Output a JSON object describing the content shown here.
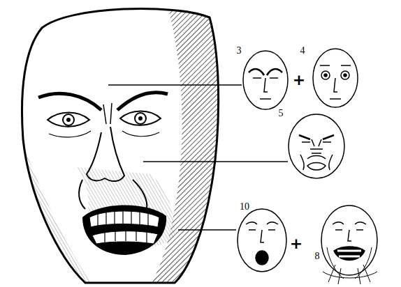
{
  "diagram": {
    "labels": [
      "3",
      "+",
      "4",
      "5",
      "10",
      "+",
      "8"
    ]
  }
}
